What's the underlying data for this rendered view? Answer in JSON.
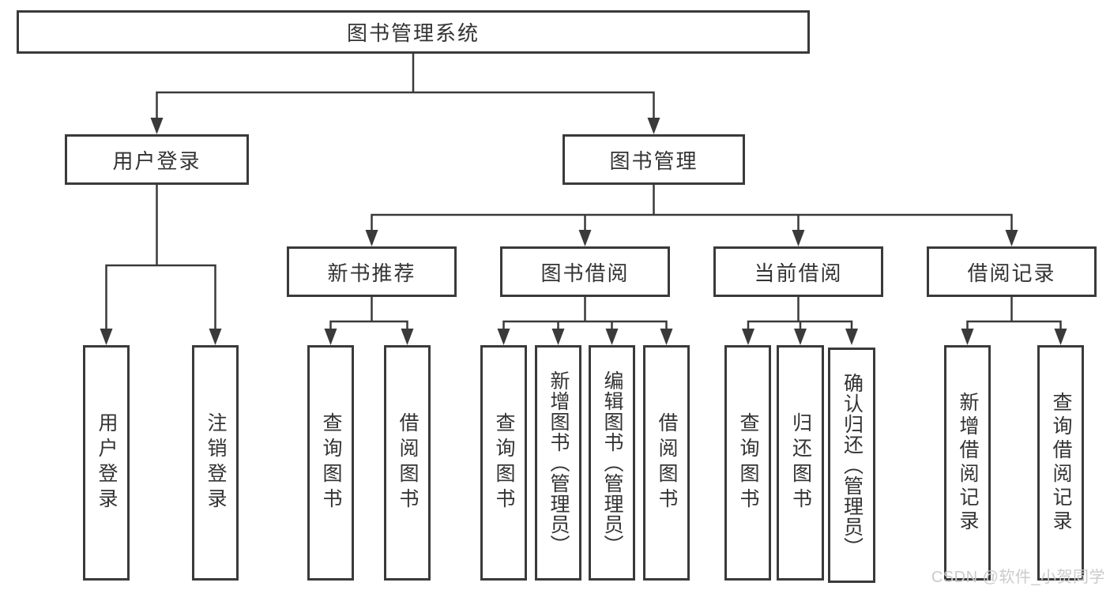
{
  "colors": {
    "line": "#3a3a3a",
    "text": "#333333",
    "background": "#ffffff",
    "watermark": "#cbcbcb"
  },
  "watermark": "CSDN @软件_小贺同学",
  "tree": {
    "root": {
      "label": "图书管理系统"
    },
    "branches": [
      {
        "label": "用户登录",
        "children": [
          "用户登录",
          "注销登录"
        ]
      },
      {
        "label": "图书管理",
        "sections": [
          {
            "label": "新书推荐",
            "children": [
              "查询图书",
              "借阅图书"
            ]
          },
          {
            "label": "图书借阅",
            "children": [
              "查询图书",
              "新增图书（管理员）",
              "编辑图书（管理员）",
              "借阅图书"
            ]
          },
          {
            "label": "当前借阅",
            "children": [
              "查询图书",
              "归还图书",
              "确认归还（管理员）"
            ]
          },
          {
            "label": "借阅记录",
            "children": [
              "新增借阅记录",
              "查询借阅记录"
            ]
          }
        ]
      }
    ]
  }
}
